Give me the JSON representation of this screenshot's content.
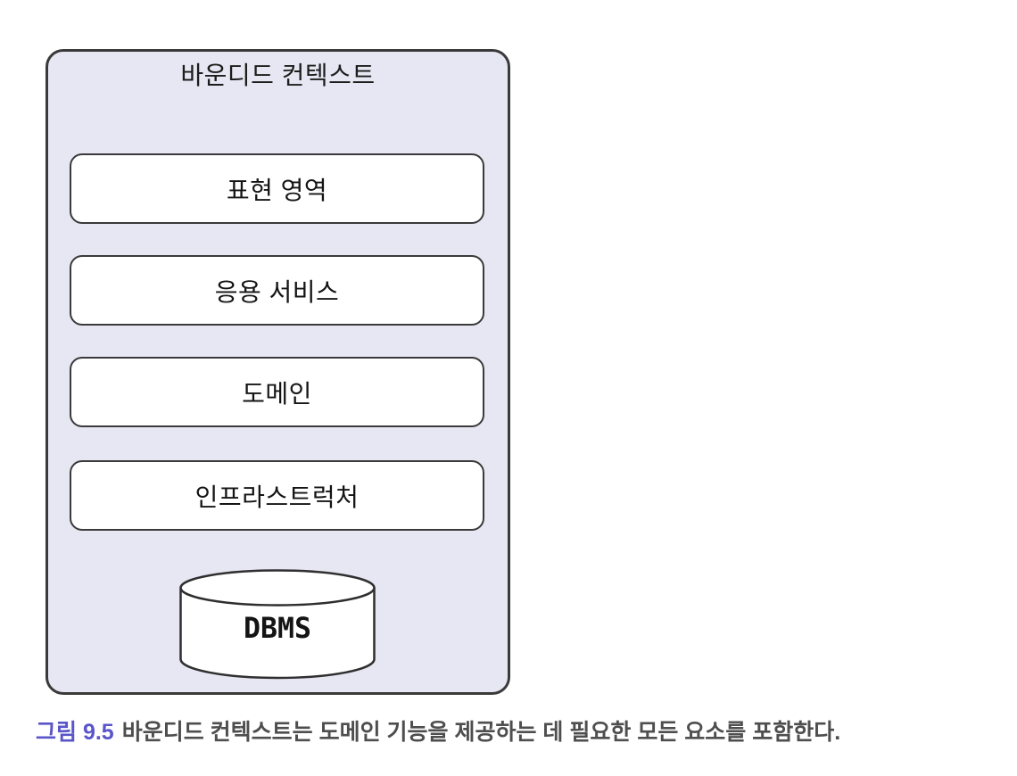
{
  "diagram": {
    "container_label": "바운디드 컨텍스트",
    "layers": [
      {
        "label": "표현 영역"
      },
      {
        "label": "응용 서비스"
      },
      {
        "label": "도메인"
      },
      {
        "label": "인프라스트럭처"
      }
    ],
    "database_label": "DBMS"
  },
  "caption": {
    "figure_label": "그림 9.5",
    "text": "바운디드 컨텍스트는 도메인 기능을 제공하는 데 필요한 모든 요소를 포함한다."
  },
  "colors": {
    "container_fill": "#E7E7F3",
    "box_fill": "#FFFFFF",
    "outline": "#3A3A3A",
    "figure_label": "#5A55C8",
    "caption_text": "#4E4E4E"
  }
}
